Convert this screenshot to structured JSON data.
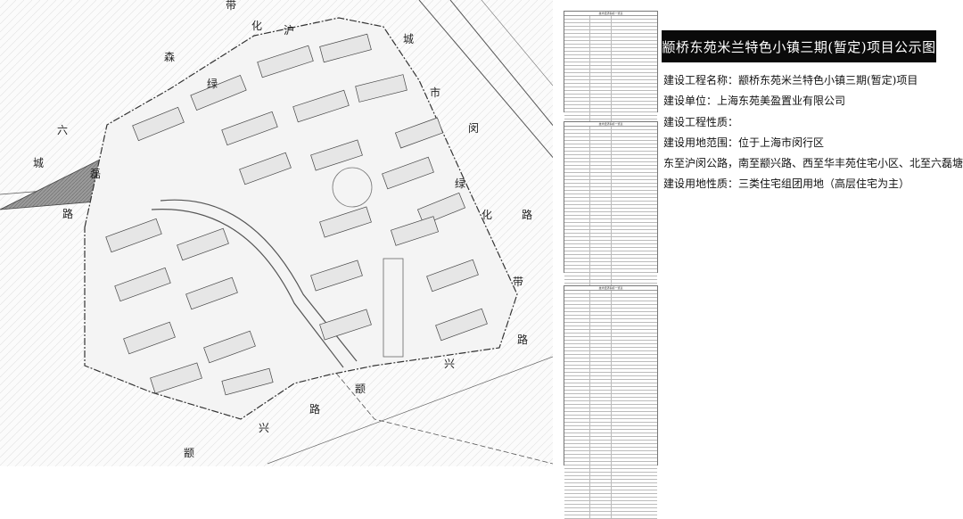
{
  "title": "颛桥东苑米兰特色小镇三期(暂定)项目公示图",
  "info_lines": [
    "建设工程名称：颛桥东苑米兰特色小镇三期(暂定)项目",
    "建设单位：上海东苑美盈置业有限公司",
    "建设工程性质：",
    "建设用地范围：位于上海市闵行区",
    "东至沪闵公路，南至颛兴路、西至华丰苑住宅小区、北至六磊塘",
    "建设用地性质：三类住宅组团用地（高层住宅为主）"
  ],
  "plan": {
    "road_labels": [
      "沪",
      "城",
      "市",
      "闵",
      "绿",
      "化",
      "路",
      "带",
      "路",
      "兴",
      "颛",
      "路",
      "兴",
      "颛",
      "森",
      "绿",
      "化",
      "带",
      "城",
      "六",
      "磊",
      "路"
    ]
  },
  "tables": [
    {
      "title": "技术经济指标一览表"
    },
    {
      "title": "技术经济指标一览表"
    },
    {
      "title": "技术经济指标一览表"
    }
  ],
  "colors": {
    "title_bg": "#0a0a0a",
    "title_fg": "#ffffff",
    "plan_line": "#444444",
    "hatch": "#7a7a7a"
  }
}
